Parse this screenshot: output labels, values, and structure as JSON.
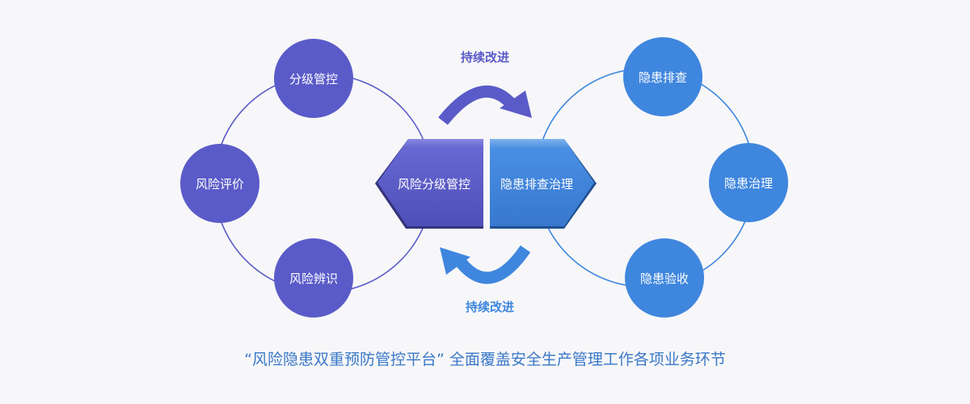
{
  "left_cycle": {
    "center_label": "风险分级管控",
    "nodes": [
      "分级管控",
      "风险评价",
      "风险辨识"
    ],
    "color": "#5a5bc8"
  },
  "right_cycle": {
    "center_label": "隐患排查治理",
    "nodes": [
      "隐患排查",
      "隐患治理",
      "隐患验收"
    ],
    "color": "#3f86de"
  },
  "top_arrow_label": "持续改进",
  "bottom_arrow_label": "持续改进",
  "caption": "“风险隐患双重预防管控平台” 全面覆盖安全生产管理工作各项业务环节"
}
